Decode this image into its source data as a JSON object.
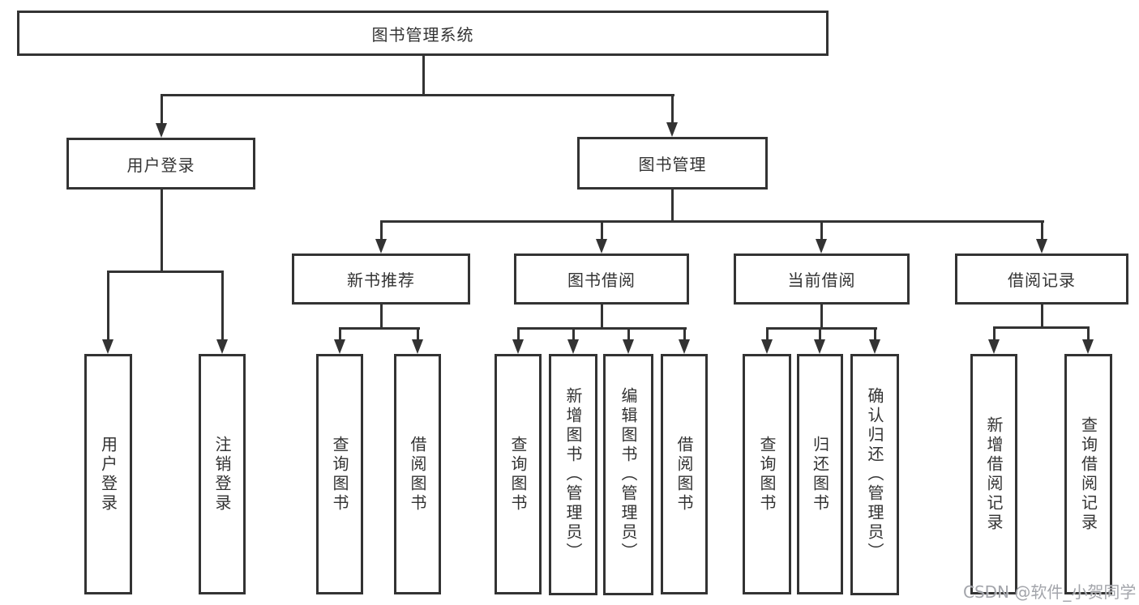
{
  "diagram": {
    "type": "hierarchy-tree",
    "title": "图书管理系统",
    "watermark": "CSDN @软件_小贺同学",
    "colors": {
      "line": "#333333",
      "text": "#333333",
      "background": "#ffffff",
      "watermark": "#9ea0a6"
    }
  },
  "nodes": {
    "root": "图书管理系统",
    "l2": [
      "用户登录",
      "图书管理"
    ],
    "l3": [
      "新书推荐",
      "图书借阅",
      "当前借阅",
      "借阅记录"
    ],
    "leaves_user": [
      "用户登录",
      "注销登录"
    ],
    "leaves_newbook": [
      "查询图书",
      "借阅图书"
    ],
    "leaves_borrow": [
      "查询图书",
      "新增图书（管理员）",
      "编辑图书（管理员）",
      "借阅图书"
    ],
    "leaves_current": [
      "查询图书",
      "归还图书",
      "确认归还（管理员）"
    ],
    "leaves_records": [
      "新增借阅记录",
      "查询借阅记录"
    ]
  }
}
